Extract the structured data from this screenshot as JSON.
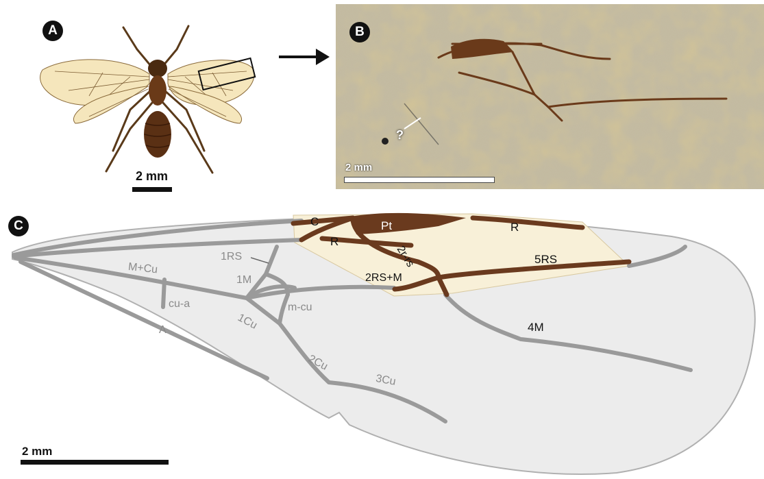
{
  "panels": {
    "a": {
      "badge": "A",
      "scale_label": "2 mm"
    },
    "b": {
      "badge": "B",
      "scale_label": "2 mm",
      "uncertain_mark": "?"
    },
    "c": {
      "badge": "C",
      "scale_label": "2 mm",
      "vein_labels": {
        "c": "C",
        "pt": "Pt",
        "r_fossil": "R",
        "r_inner": "R",
        "two_r_rs": "2r-rs",
        "five_rs": "5RS",
        "two_rs_m": "2RS+M",
        "four_m": "4M",
        "one_rs": "1RS",
        "one_m": "1M",
        "m_cu": "M+Cu",
        "cu_a": "cu-a",
        "a": "A",
        "one_cu": "1Cu",
        "m_cu_cross": "m-cu",
        "two_cu": "2Cu",
        "three_cu": "3Cu"
      }
    }
  },
  "colors": {
    "wing_fill": "#ececec",
    "wing_vein": "#9a9a9a",
    "fossil_fill": "#f8f0d8",
    "fossil_vein": "#6a3a1e",
    "photo_bg": "#c9bfa4"
  }
}
